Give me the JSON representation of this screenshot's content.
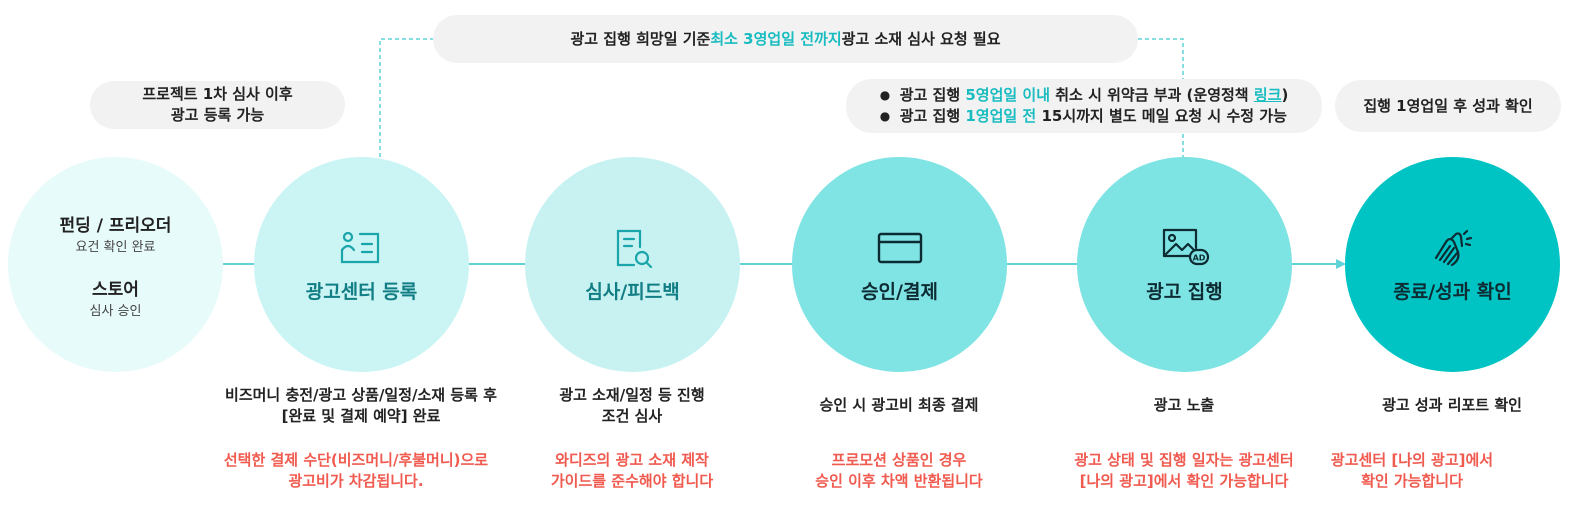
{
  "top_banner": {
    "pre": "광고 집행 희망일 기준 ",
    "highlight": "최소 3영업일 전까지",
    "post": " 광고 소재 심사 요청 필요"
  },
  "left_note": {
    "line1": "프로젝트 1차 심사 이후",
    "line2": "광고 등록 가능"
  },
  "policy_note": {
    "item1": {
      "pre": "광고 집행 ",
      "highlight": "5영업일 이내",
      "mid": " 취소 시 위약금 부과 (운영정책 ",
      "link": "링크",
      "post": ")"
    },
    "item2": {
      "pre": "광고 집행 ",
      "highlight": "1영업일 전",
      "post": " 15시까지 별도 메일 요청 시 수정 가능"
    }
  },
  "right_note": {
    "text": "집행 1영업일 후 성과 확인"
  },
  "prereq": {
    "funding_title": "펀딩 / 프리오더",
    "funding_sub": "요건 확인 완료",
    "store_title": "스토어",
    "store_sub": "심사 승인"
  },
  "steps": [
    {
      "title": "광고센터 등록",
      "icon": "profile-card-icon",
      "desc1": "비즈머니 충전/광고 상품/일정/소재 등록 후",
      "desc2": "[완료 및 결제 예약] 완료",
      "note1": "선택한 결제 수단(비즈머니/후불머니)으로",
      "note2": "광고비가 차감됩니다."
    },
    {
      "title": "심사/피드백",
      "icon": "document-search-icon",
      "desc1": "광고 소재/일정 등 진행",
      "desc2": "조건 심사",
      "note1": "와디즈의 광고 소재 제작",
      "note2": "가이드를 준수해야 합니다"
    },
    {
      "title": "승인/결제",
      "icon": "credit-card-icon",
      "desc1": "승인 시 광고비 최종 결제",
      "desc2": "",
      "note1": "프로모션 상품인 경우",
      "note2": "승인 이후 차액 반환됩니다"
    },
    {
      "title": "광고 집행",
      "icon": "ad-image-icon",
      "desc1": "광고 노출",
      "desc2": "",
      "note1": "광고 상태 및 집행 일자는 광고센터",
      "note2": "[나의 광고]에서 확인 가능합니다"
    },
    {
      "title": "종료/성과 확인",
      "icon": "clapping-hands-icon",
      "desc1": "광고 성과 리포트 확인",
      "desc2": "",
      "note1": "광고센터 [나의 광고]에서",
      "note2": "확인 가능합니다"
    }
  ],
  "colors": {
    "prereq": "#e8fbfb",
    "step1": "#cbf4f4",
    "step2": "#c8f2f2",
    "step3": "#80e4e4",
    "step4": "#7ee3e3",
    "step5": "#00c4c4",
    "connector": "#5fd3d6",
    "highlight": "#19bcc0",
    "note": "#f05a4f"
  }
}
